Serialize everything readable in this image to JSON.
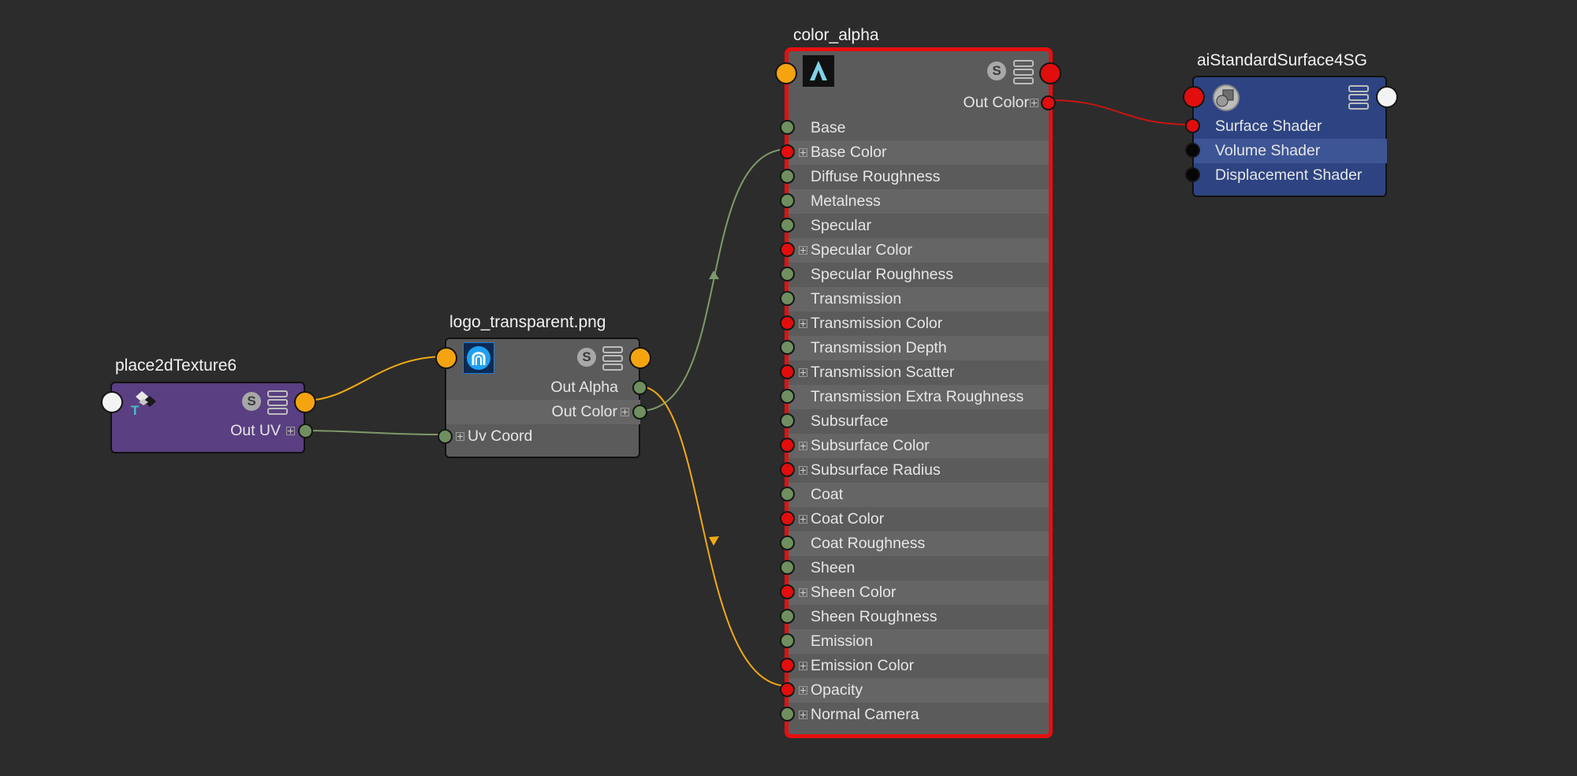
{
  "nodes": {
    "place2d": {
      "title": "place2dTexture6",
      "icon": "place2d-texture-icon",
      "swatch_label": "S",
      "out_uv_label": "Out UV"
    },
    "file": {
      "title": "logo_transparent.png",
      "icon": "file-texture-logo-icon",
      "swatch_label": "S",
      "out_alpha_label": "Out Alpha",
      "out_color_label": "Out Color",
      "uv_coord_label": "Uv Coord"
    },
    "shader": {
      "title": "color_alpha",
      "icon": "arnold-standard-surface-icon",
      "swatch_label": "S",
      "out_color_label": "Out Color",
      "attributes": [
        {
          "label": "Base",
          "port": "green",
          "compound": false
        },
        {
          "label": "Base Color",
          "port": "red",
          "compound": true
        },
        {
          "label": "Diffuse Roughness",
          "port": "green",
          "compound": false
        },
        {
          "label": "Metalness",
          "port": "green",
          "compound": false
        },
        {
          "label": "Specular",
          "port": "green",
          "compound": false
        },
        {
          "label": "Specular Color",
          "port": "red",
          "compound": true
        },
        {
          "label": "Specular Roughness",
          "port": "green",
          "compound": false
        },
        {
          "label": "Transmission",
          "port": "green",
          "compound": false
        },
        {
          "label": "Transmission Color",
          "port": "red",
          "compound": true
        },
        {
          "label": "Transmission Depth",
          "port": "green",
          "compound": false
        },
        {
          "label": "Transmission Scatter",
          "port": "red",
          "compound": true
        },
        {
          "label": "Transmission Extra Roughness",
          "port": "green",
          "compound": false
        },
        {
          "label": "Subsurface",
          "port": "green",
          "compound": false
        },
        {
          "label": "Subsurface Color",
          "port": "red",
          "compound": true
        },
        {
          "label": "Subsurface Radius",
          "port": "red",
          "compound": true
        },
        {
          "label": "Coat",
          "port": "green",
          "compound": false
        },
        {
          "label": "Coat Color",
          "port": "red",
          "compound": true
        },
        {
          "label": "Coat Roughness",
          "port": "green",
          "compound": false
        },
        {
          "label": "Sheen",
          "port": "green",
          "compound": false
        },
        {
          "label": "Sheen Color",
          "port": "red",
          "compound": true
        },
        {
          "label": "Sheen Roughness",
          "port": "green",
          "compound": false
        },
        {
          "label": "Emission",
          "port": "green",
          "compound": false
        },
        {
          "label": "Emission Color",
          "port": "red",
          "compound": true
        },
        {
          "label": "Opacity",
          "port": "red",
          "compound": true
        },
        {
          "label": "Normal Camera",
          "port": "green",
          "compound": true
        }
      ]
    },
    "sg": {
      "title": "aiStandardSurface4SG",
      "icon": "shading-group-icon",
      "inputs": [
        {
          "label": "Surface Shader",
          "port": "red"
        },
        {
          "label": "Volume Shader",
          "port": "black"
        },
        {
          "label": "Displacement Shader",
          "port": "black"
        }
      ]
    }
  },
  "colors": {
    "background": "#2c2c2c",
    "place2d_body": "#5a3f82",
    "file_body": "#5b5b5b",
    "shader_body": "#5b5b5b",
    "shader_selected_border": "#e60f0f",
    "sg_body": "#2e4482",
    "wire_color": "#f0aa14",
    "wire_float": "#7f9a6a",
    "wire_shader": "#c81414",
    "port_orange": "#f5a410",
    "port_red": "#e20d0d",
    "port_green": "#6f8f60",
    "port_white": "#f3f3f3",
    "port_black": "#060606"
  }
}
